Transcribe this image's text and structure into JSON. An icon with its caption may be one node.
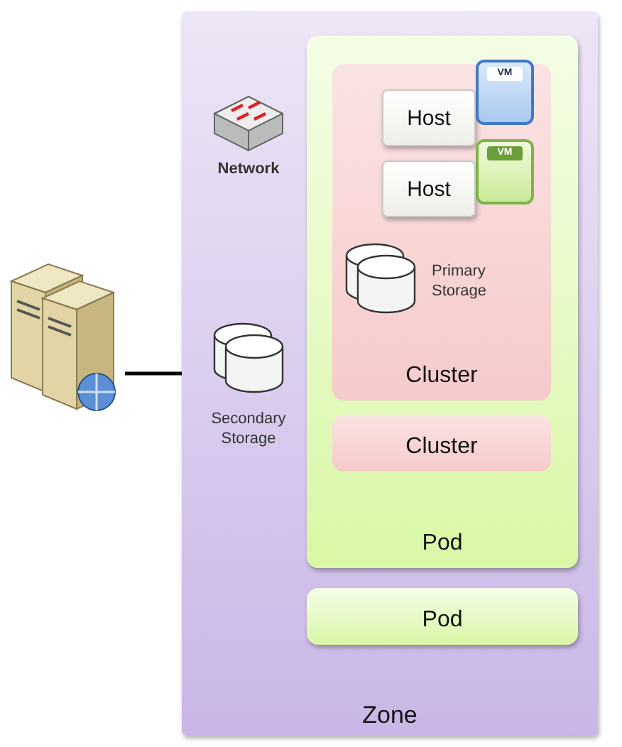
{
  "diagram": {
    "nodes": [
      {
        "text": [
          "Zone"
        ]
      },
      {
        "text": [
          "Network"
        ],
        "in": 0
      },
      {
        "text": [
          "Secondary Storage"
        ],
        "in": 0
      },
      {
        "text": [
          "Pod"
        ],
        "in": 0
      },
      {
        "text": [
          "Cluster"
        ],
        "in": 3
      },
      {
        "text": [
          "Host"
        ],
        "in": 4
      },
      {
        "text": [
          "VM"
        ],
        "in": 4
      },
      {
        "text": [
          "Host"
        ],
        "in": 4
      },
      {
        "text": [
          "VM"
        ],
        "in": 4
      },
      {
        "text": [
          "Primary Storage"
        ],
        "in": 4
      },
      {
        "text": [
          "Cluster"
        ],
        "in": 3
      },
      {
        "text": [
          "Pod"
        ],
        "in": 0
      },
      {
        "text": [],
        "shape": "picture"
      }
    ],
    "edges": [
      {
        "from": 12,
        "to": 0,
        "arrow": "none"
      }
    ]
  }
}
